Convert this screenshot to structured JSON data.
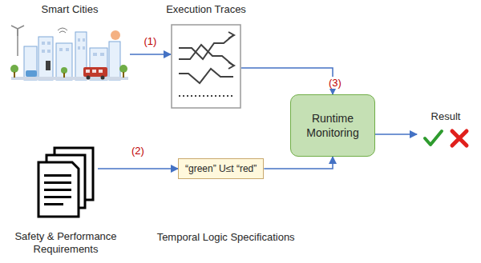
{
  "diagram": {
    "nodes": [
      {
        "text": [
          "Smart Cities"
        ]
      },
      {
        "text": [
          "Execution Traces"
        ]
      },
      {
        "text": [
          "Safety & Performance Requirements"
        ]
      },
      {
        "text": [
          "“green” U≤t “red”",
          "Temporal Logic Specifications"
        ]
      },
      {
        "text": [
          "Runtime Monitoring"
        ]
      },
      {
        "text": [
          "Result"
        ]
      }
    ],
    "edges": [
      {
        "from": 0,
        "to": 1,
        "label": "(1)",
        "arrow": "to"
      },
      {
        "from": 2,
        "to": 3,
        "label": "(2)",
        "arrow": "to"
      },
      {
        "from": 1,
        "to": 4,
        "arrow": "to"
      },
      {
        "from": 3,
        "to": 4,
        "arrow": "to"
      },
      {
        "from": 4,
        "to": 5,
        "arrow": "to"
      }
    ],
    "labels": [
      "(3)"
    ]
  }
}
